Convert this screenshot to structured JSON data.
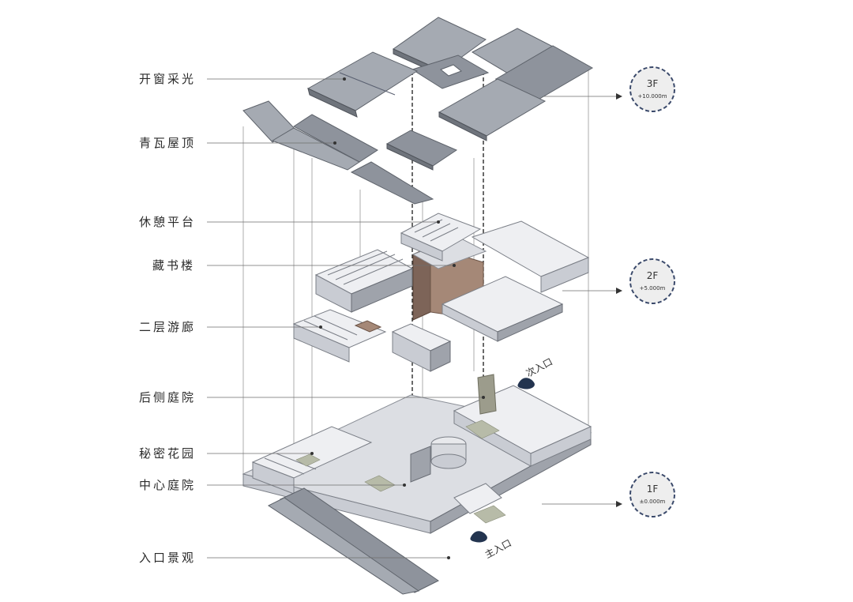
{
  "labels": {
    "l1": "开窗采光",
    "l2": "青瓦屋顶",
    "l3": "休憩平台",
    "l4": "藏书楼",
    "l5": "二层游廊",
    "l6": "后侧庭院",
    "l7": "秘密花园",
    "l8": "中心庭院",
    "l9": "入口景观"
  },
  "levels": {
    "f3": {
      "name": "3F",
      "elev": "+10.000m"
    },
    "f2": {
      "name": "2F",
      "elev": "+5.000m"
    },
    "f1": {
      "name": "1F",
      "elev": "±0.000m"
    }
  },
  "entrances": {
    "secondary": "次入口",
    "main": "主入口"
  },
  "colors": {
    "level_badge_border": "#3b4a6b",
    "entrance_mark": "#23344f",
    "roof_tile": "#8e939c",
    "library_wood": "#a58877"
  }
}
